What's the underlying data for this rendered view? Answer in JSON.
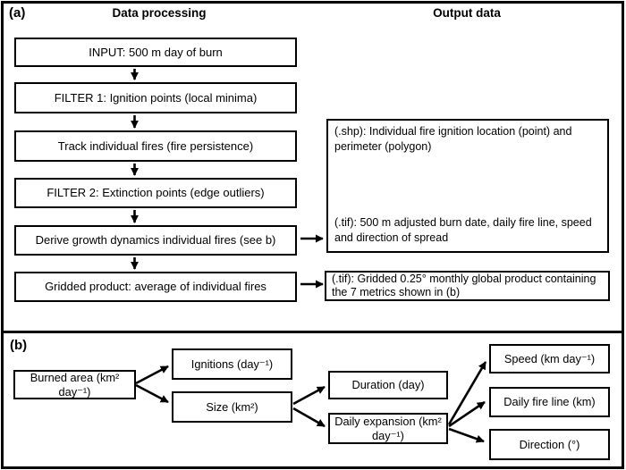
{
  "panel_a": {
    "label": "(a)",
    "left_column_title": "Data processing",
    "right_column_title": "Output data",
    "steps": [
      "INPUT: 500 m day of burn",
      "FILTER 1: Ignition points (local minima)",
      "Track individual fires (fire persistence)",
      "FILTER 2: Extinction points (edge outliers)",
      "Derive growth dynamics individual fires (see b)",
      "Gridded product: average of individual fires"
    ],
    "outputs": {
      "shp": "(.shp): Individual fire ignition location (point) and perimeter (polygon)",
      "tif_500m": "(.tif): 500 m adjusted burn date, daily fire line, speed and direction of spread",
      "tif_gridded": "(.tif): Gridded 0.25° monthly global product containing the 7 metrics shown in (b)"
    }
  },
  "panel_b": {
    "label": "(b)",
    "nodes": {
      "burned_area": "Burned area (km² day⁻¹)",
      "ignitions": "Ignitions (day⁻¹)",
      "size": "Size (km²)",
      "duration": "Duration (day)",
      "daily_expansion": "Daily expansion (km² day⁻¹)",
      "speed": "Speed (km day⁻¹)",
      "daily_fire_line": "Daily fire line (km)",
      "direction": "Direction (°)"
    }
  }
}
